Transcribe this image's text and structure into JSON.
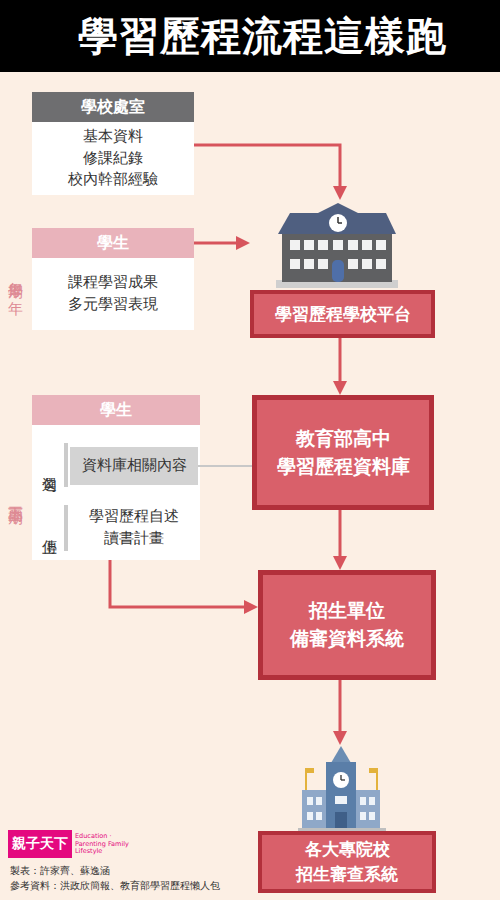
{
  "diagram": {
    "title": "學習歷程流程這樣跑",
    "nodes": [
      {
        "text": [
          "學校處室",
          "基本資料 修課紀錄 校內幹部經驗"
        ]
      },
      {
        "text": [
          "學生",
          "課程學習成果 多元學習表現"
        ]
      },
      {
        "text": [
          "學習歷程學校平台"
        ]
      },
      {
        "text": [
          "學生",
          "勾選",
          "上傳",
          "學習歷程自述 讀書計畫"
        ]
      },
      {
        "text": [
          "資料庫相關內容"
        ],
        "in": 3
      },
      {
        "text": [
          "教育部高中 學習歷程資料庫"
        ]
      },
      {
        "text": [
          "招生單位 備審資料系統"
        ]
      },
      {
        "text": [
          "各大專院校 招生審查系統"
        ]
      }
    ],
    "edges": [
      {
        "from": 0,
        "to": 2,
        "arrow": "to"
      },
      {
        "from": 1,
        "to": 2,
        "arrow": "to"
      },
      {
        "from": 2,
        "to": 5,
        "arrow": "to"
      },
      {
        "from": 4,
        "to": 5,
        "arrow": "none"
      },
      {
        "from": 5,
        "to": 6,
        "arrow": "to"
      },
      {
        "from": 3,
        "to": 6,
        "arrow": "to"
      },
      {
        "from": 6,
        "to": 7,
        "arrow": "to"
      }
    ],
    "labels": [
      "每學期／年",
      "高三下學期",
      "親子天下",
      "Education · Parenting Family Lifestyle",
      "製表：許家齊、蘇逸涵",
      "參考資料：洪政欣簡報、教育部學習歷程懶人包"
    ]
  }
}
